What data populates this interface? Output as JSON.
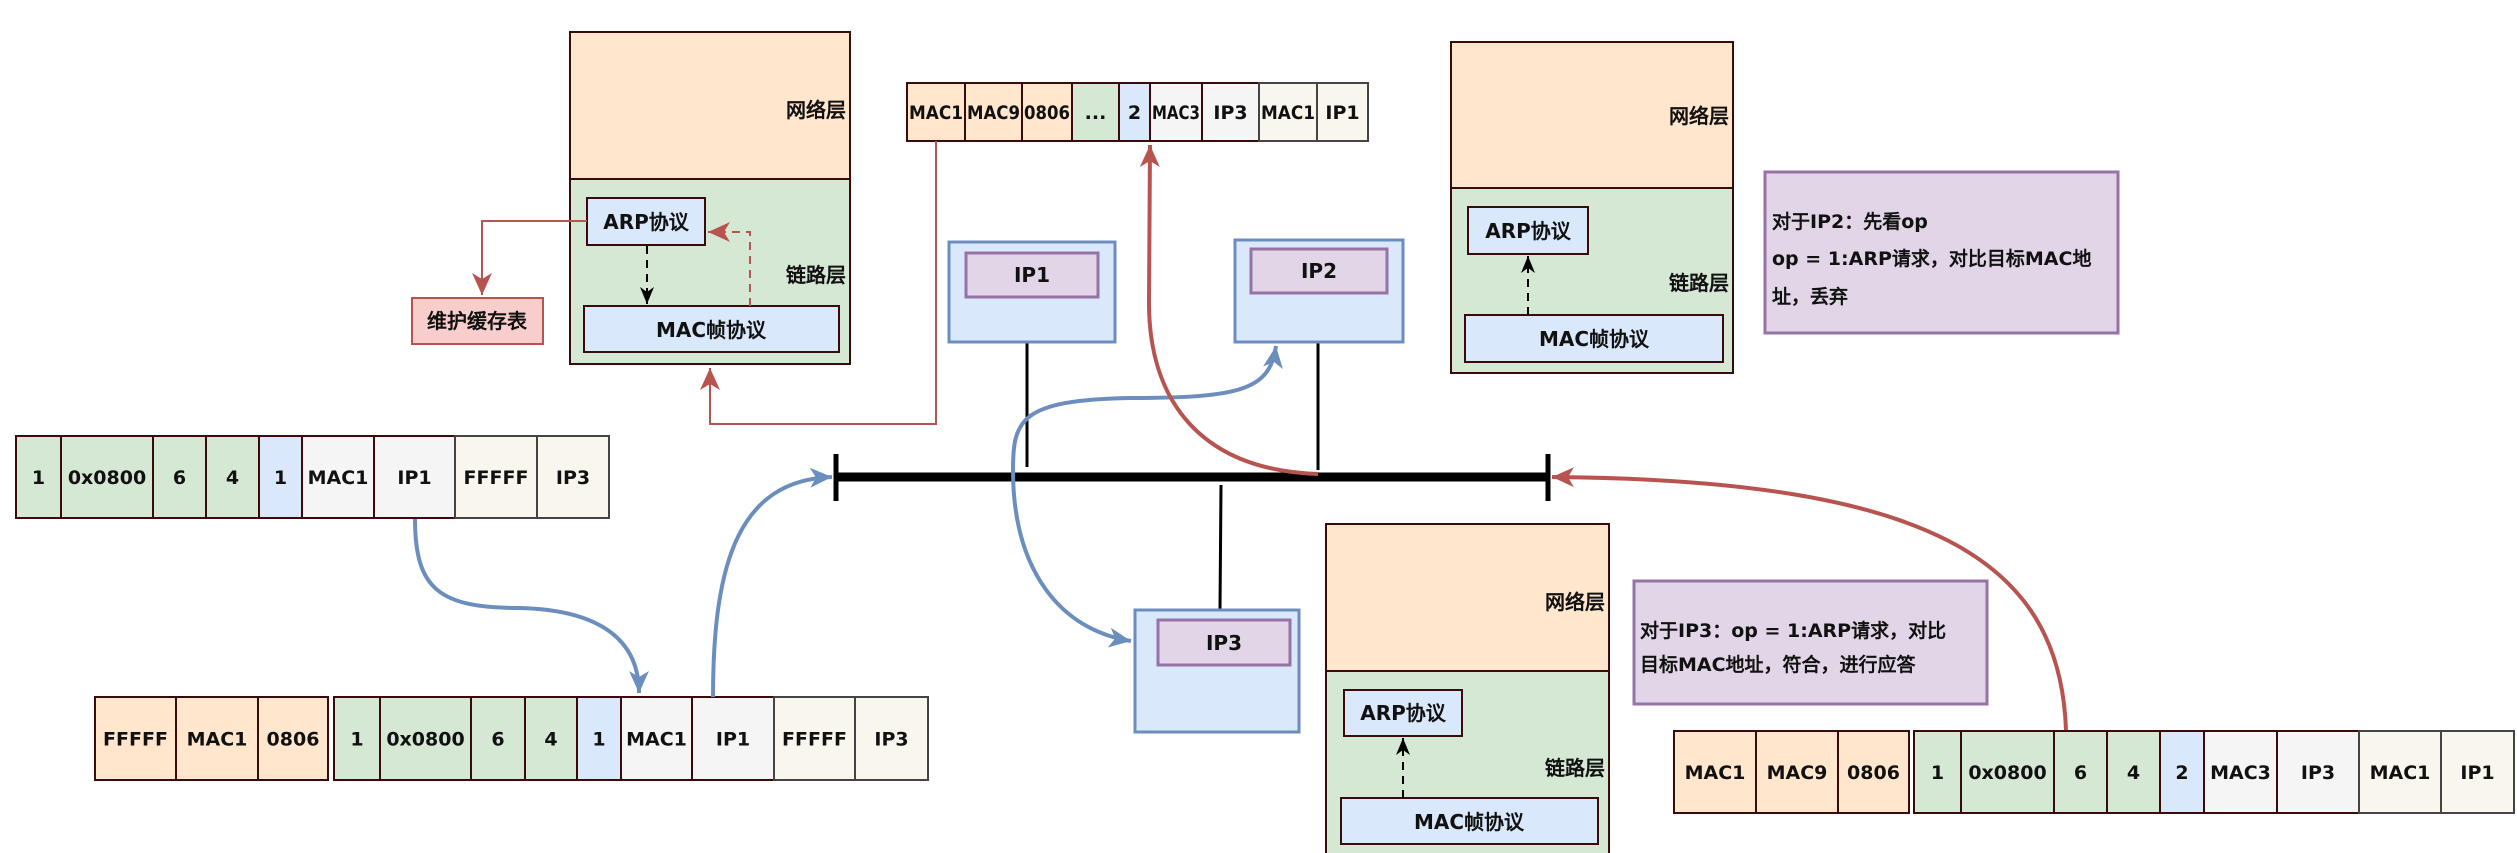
{
  "colors": {
    "network_layer": "#ffe6cc",
    "link_layer": "#d5e8d4",
    "protocol_box": "#dae8fc",
    "host": "#dae8fc",
    "host_border": "#6c8ebf",
    "ip_label": "#e1d5e7",
    "ip_label_border": "#9673a6",
    "cache_box": "#f8cecc",
    "cache_border": "#b85450",
    "red_arrow": "#b85450",
    "blue_arrow": "#6c8ebf",
    "bus": "#000000"
  },
  "stacks": {
    "left": {
      "network": "网络层",
      "link": "链路层",
      "arp": "ARP协议",
      "mac": "MAC帧协议"
    },
    "right_top": {
      "network": "网络层",
      "link": "链路层",
      "arp": "ARP协议",
      "mac": "MAC帧协议"
    },
    "right_bottom": {
      "network": "网络层",
      "link": "链路层",
      "arp": "ARP协议",
      "mac": "MAC帧协议"
    }
  },
  "cache_box": "维护缓存表",
  "hosts": {
    "ip1": "IP1",
    "ip2": "IP2",
    "ip3": "IP3"
  },
  "notes": {
    "ip2": [
      "对于IP2：先看op",
      "op = 1:ARP请求，对比目标MAC地",
      "址，丢弃"
    ],
    "ip3": [
      "对于IP3：op = 1:ARP请求，对比",
      "目标MAC地址，符合，进行应答"
    ]
  },
  "packets": {
    "arp_request": [
      {
        "label": "1",
        "color": "#d5e8d4"
      },
      {
        "label": "0x0800",
        "color": "#d5e8d4"
      },
      {
        "label": "6",
        "color": "#d5e8d4"
      },
      {
        "label": "4",
        "color": "#d5e8d4"
      },
      {
        "label": "1",
        "color": "#dae8fc"
      },
      {
        "label": "MAC1",
        "color": "#f5f5f5"
      },
      {
        "label": "IP1",
        "color": "#f5f5f5"
      },
      {
        "label": "FFFFF",
        "color": "#f9f7ed"
      },
      {
        "label": "IP3",
        "color": "#f9f7ed"
      }
    ],
    "frame_request_header": [
      {
        "label": "FFFFF",
        "color": "#ffe6cc"
      },
      {
        "label": "MAC1",
        "color": "#ffe6cc"
      },
      {
        "label": "0806",
        "color": "#ffe6cc"
      }
    ],
    "frame_request_body": [
      {
        "label": "1",
        "color": "#d5e8d4"
      },
      {
        "label": "0x0800",
        "color": "#d5e8d4"
      },
      {
        "label": "6",
        "color": "#d5e8d4"
      },
      {
        "label": "4",
        "color": "#d5e8d4"
      },
      {
        "label": "1",
        "color": "#dae8fc"
      },
      {
        "label": "MAC1",
        "color": "#f5f5f5"
      },
      {
        "label": "IP1",
        "color": "#f5f5f5"
      },
      {
        "label": "FFFFF",
        "color": "#f9f7ed"
      },
      {
        "label": "IP3",
        "color": "#f9f7ed"
      }
    ],
    "frame_reply_header": [
      {
        "label": "MAC1",
        "color": "#ffe6cc"
      },
      {
        "label": "MAC9",
        "color": "#ffe6cc"
      },
      {
        "label": "0806",
        "color": "#ffe6cc"
      }
    ],
    "frame_reply_body": [
      {
        "label": "1",
        "color": "#d5e8d4"
      },
      {
        "label": "0x0800",
        "color": "#d5e8d4"
      },
      {
        "label": "6",
        "color": "#d5e8d4"
      },
      {
        "label": "4",
        "color": "#d5e8d4"
      },
      {
        "label": "2",
        "color": "#dae8fc"
      },
      {
        "label": "MAC3",
        "color": "#f5f5f5"
      },
      {
        "label": "IP3",
        "color": "#f5f5f5"
      },
      {
        "label": "MAC1",
        "color": "#f9f7ed"
      },
      {
        "label": "IP1",
        "color": "#f9f7ed"
      }
    ],
    "frame_received": [
      {
        "label": "MAC1",
        "color": "#ffe6cc"
      },
      {
        "label": "MAC9",
        "color": "#ffe6cc"
      },
      {
        "label": "0806",
        "color": "#ffe6cc"
      },
      {
        "label": "...",
        "color": "#d5e8d4"
      },
      {
        "label": "2",
        "color": "#dae8fc"
      },
      {
        "label": "MAC3",
        "color": "#f5f5f5"
      },
      {
        "label": "IP3",
        "color": "#f5f5f5"
      },
      {
        "label": "MAC1",
        "color": "#f9f7ed"
      },
      {
        "label": "IP1",
        "color": "#f9f7ed"
      }
    ]
  }
}
